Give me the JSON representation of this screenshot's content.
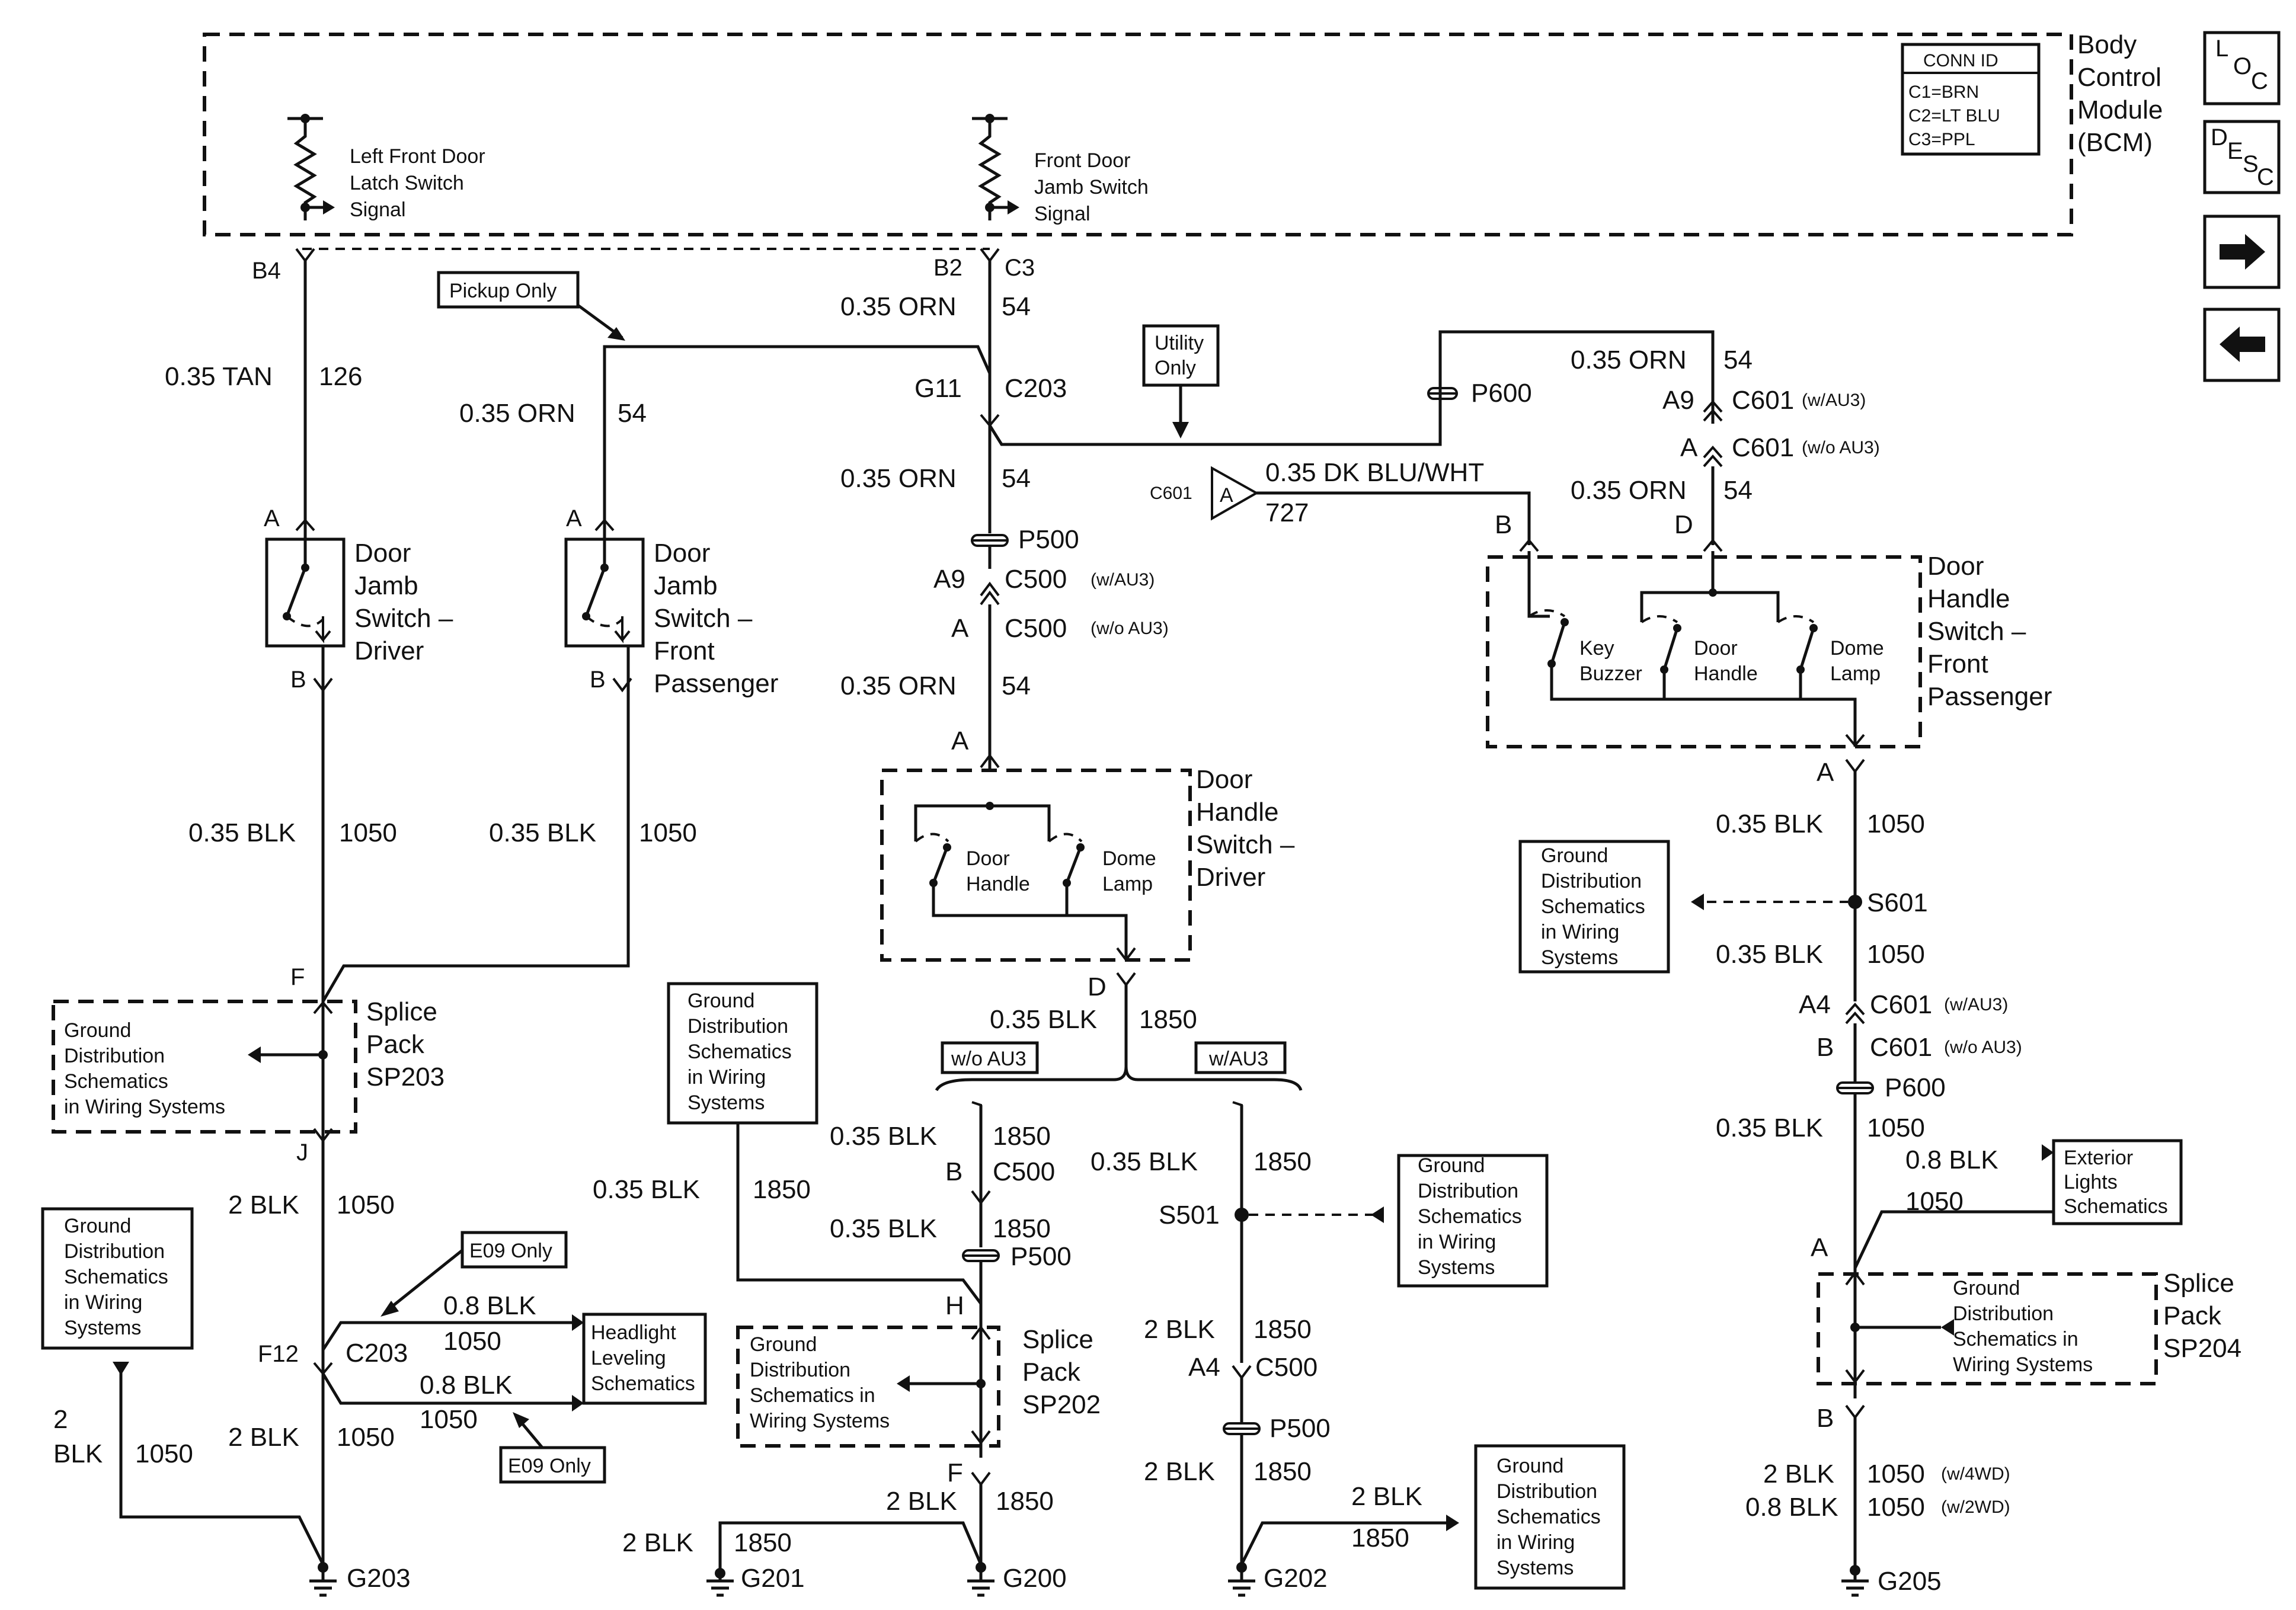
{
  "bcm": {
    "title": [
      "Body",
      "Control",
      "Module",
      "(BCM)"
    ],
    "conn_id": {
      "header": "CONN ID",
      "rows": [
        "C1=BRN",
        "C2=LT BLU",
        "C3=PPL"
      ]
    },
    "lf_latch_signal": [
      "Left Front Door",
      "Latch Switch",
      "Signal"
    ],
    "jamb_signal": [
      "Front Door",
      "Jamb Switch",
      "Signal"
    ]
  },
  "nav": {
    "loc": [
      "L",
      "O",
      "C"
    ],
    "desc": [
      "D",
      "E",
      "S",
      "C"
    ],
    "next_icon": "arrow-right-icon",
    "prev_icon": "arrow-left-icon"
  },
  "tags": {
    "pickup_only": "Pickup Only",
    "utility_only": [
      "Utility",
      "Only"
    ],
    "e09_only": "E09 Only",
    "wo_au3": "w/o AU3",
    "w_au3": "w/AU3",
    "headlight": [
      "Headlight",
      "Leveling",
      "Schematics"
    ],
    "exterior": [
      "Exterior",
      "Lights",
      "Schematics"
    ],
    "ground_dist": [
      "Ground",
      "Distribution",
      "Schematics",
      "in Wiring",
      "Systems"
    ],
    "ground_sp203": [
      "Ground",
      "Distribution",
      "Schematics",
      "in Wiring Systems"
    ],
    "ground_sp202": [
      "Ground",
      "Distribution",
      "Schematics in",
      "Wiring Systems"
    ],
    "ground_sp204": [
      "Ground",
      "Distribution",
      "Schematics in",
      "Wiring Systems"
    ]
  },
  "components": {
    "jamb_driver": [
      "Door",
      "Jamb",
      "Switch –",
      "Driver"
    ],
    "jamb_pass": [
      "Door",
      "Jamb",
      "Switch –",
      "Front",
      "Passenger"
    ],
    "handle_driver": [
      "Door",
      "Handle",
      "Switch –",
      "Driver"
    ],
    "handle_pass": [
      "Door",
      "Handle",
      "Switch –",
      "Front",
      "Passenger"
    ],
    "sp203": [
      "Splice",
      "Pack",
      "SP203"
    ],
    "sp202": [
      "Splice",
      "Pack",
      "SP202"
    ],
    "sp204": [
      "Splice",
      "Pack",
      "SP204"
    ],
    "door_handle": [
      "Door",
      "Handle"
    ],
    "dome_lamp": [
      "Dome",
      "Lamp"
    ],
    "key_buzzer": [
      "Key",
      "Buzzer"
    ]
  },
  "pins": {
    "b4": "B4",
    "b2": "B2",
    "c3": "C3",
    "g11": "G11",
    "c203": "C203",
    "a": "A",
    "b": "B",
    "d": "D",
    "f": "F",
    "j": "J",
    "h": "H",
    "a9": "A9",
    "a4": "A4",
    "f12": "F12",
    "p500": "P500",
    "p600": "P600",
    "c500": "C500",
    "c601": "C601",
    "w_au3_small": "(w/AU3)",
    "wo_au3_small": "(w/o AU3)",
    "w_4wd": "(w/4WD)",
    "w_2wd": "(w/2WD)",
    "s501": "S501",
    "s601": "S601",
    "c601_inline": "C601",
    "inline_a": "A"
  },
  "wires": {
    "tan": "0.35 TAN",
    "tan_circ": "126",
    "orn": "0.35 ORN",
    "orn_circ": "54",
    "dkblu": "0.35 DK BLU/WHT",
    "dkblu_circ": "727",
    "blk035": "0.35 BLK",
    "blk08": "0.8 BLK",
    "blk2": "2 BLK",
    "blk2_a": "2",
    "blk2_b": "BLK",
    "c1050": "1050",
    "c1850": "1850"
  },
  "grounds": {
    "g203": "G203",
    "g201": "G201",
    "g200": "G200",
    "g202": "G202",
    "g205": "G205"
  }
}
